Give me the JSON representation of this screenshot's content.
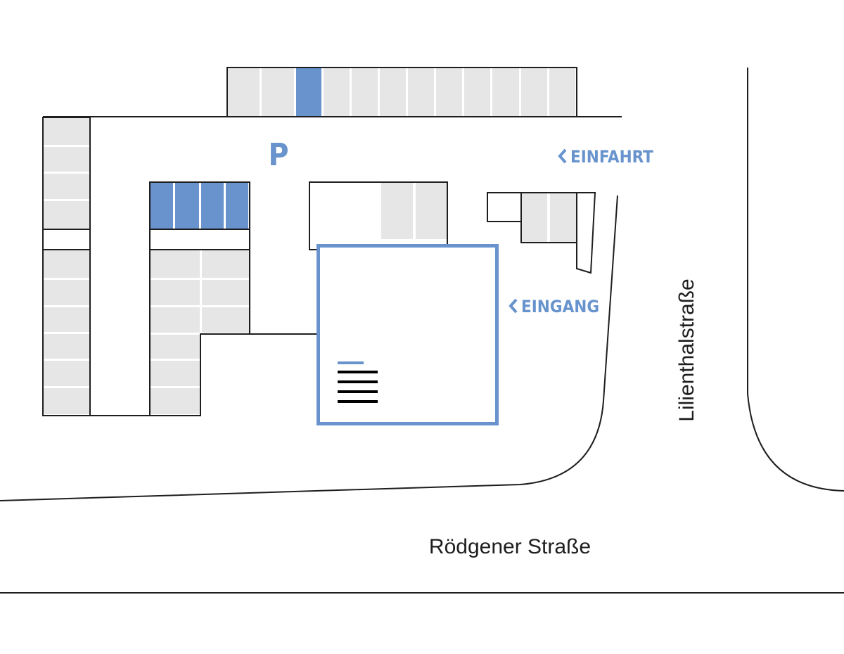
{
  "map": {
    "parking_label": "P",
    "entrance_drive_label": "EINFAHRT",
    "entrance_label": "EINGANG",
    "street_vertical": "Lilienthalstraße",
    "street_horizontal": "Rödgener Straße",
    "icons": {
      "arrow": "chevron-left-icon",
      "building": "building-lines-icon"
    },
    "colors": {
      "accent": "#6893cd",
      "stall": "#e6e6e6",
      "line": "#1e1e1e"
    }
  }
}
